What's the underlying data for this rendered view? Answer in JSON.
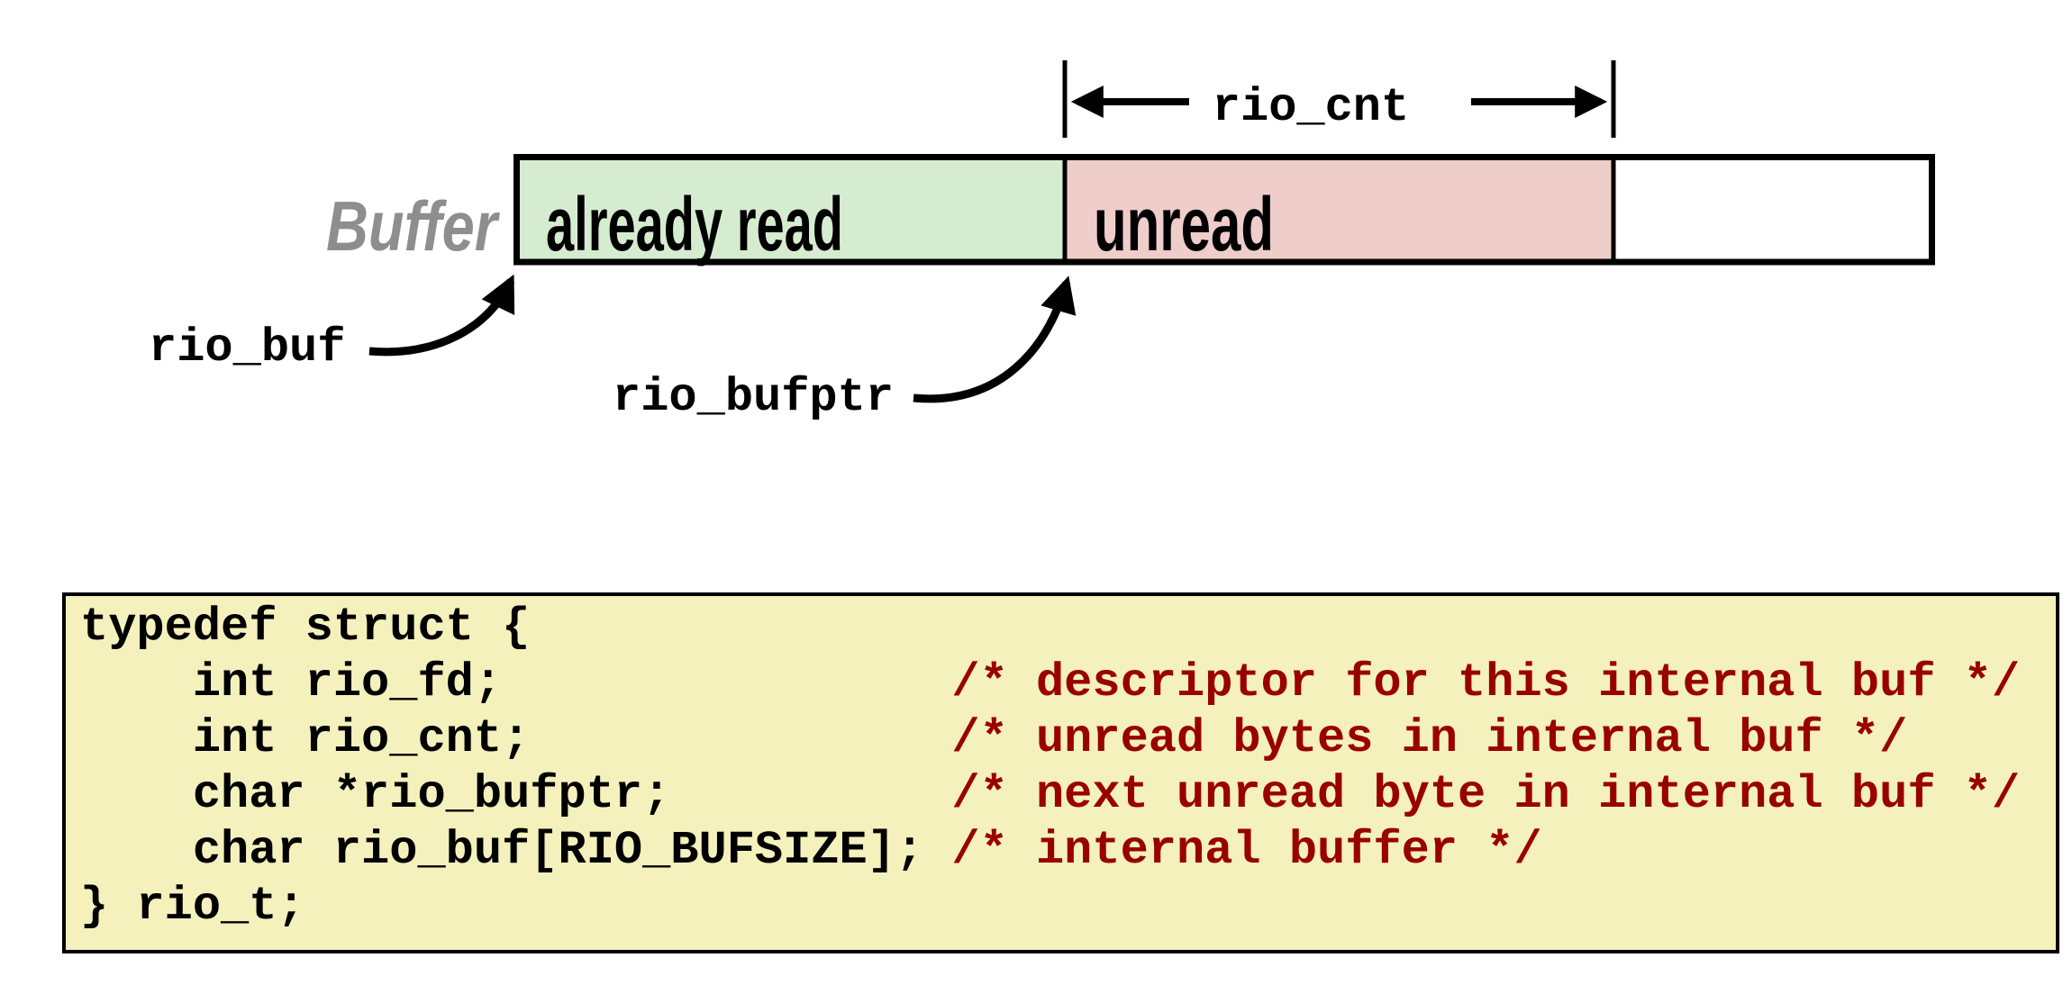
{
  "diagram": {
    "buffer_label": "Buffer",
    "already_read_label": "already read",
    "unread_label": "unread",
    "rio_cnt_label": "rio_cnt",
    "rio_buf_label": "rio_buf",
    "rio_bufptr_label": "rio_bufptr",
    "colors": {
      "already_read_fill": "#d6ecd0",
      "unread_fill": "#eecdca",
      "empty_fill": "#ffffff",
      "outline": "#000000",
      "buffer_label_color": "#8e8e8e"
    }
  },
  "code_block": {
    "colors": {
      "background": "#f4f1bd",
      "border": "#000000",
      "code": "#000000",
      "comment": "#990000"
    },
    "lines": [
      {
        "code": "typedef struct {",
        "comment": ""
      },
      {
        "code": "    int rio_fd;                ",
        "comment": "/* descriptor for this internal buf */"
      },
      {
        "code": "    int rio_cnt;               ",
        "comment": "/* unread bytes in internal buf */"
      },
      {
        "code": "    char *rio_bufptr;          ",
        "comment": "/* next unread byte in internal buf */"
      },
      {
        "code": "    char rio_buf[RIO_BUFSIZE]; ",
        "comment": "/* internal buffer */"
      },
      {
        "code": "} rio_t;",
        "comment": ""
      }
    ]
  }
}
